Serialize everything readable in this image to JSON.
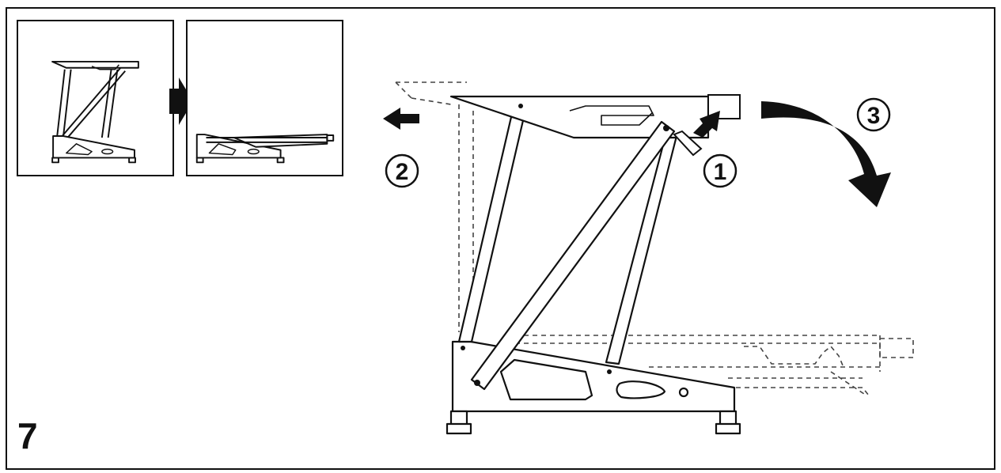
{
  "figure": {
    "step_number": "7",
    "callouts": {
      "one": "1",
      "two": "2",
      "three": "3"
    },
    "icons": {
      "transition_arrow": "right-arrow-icon",
      "push_arrow": "up-right-arrow-icon",
      "pull_arrow": "left-arrow-icon",
      "rotate_arrow": "curved-arrow-icon"
    },
    "colors": {
      "ink": "#111111",
      "dashed_ghost": "#444444"
    }
  }
}
